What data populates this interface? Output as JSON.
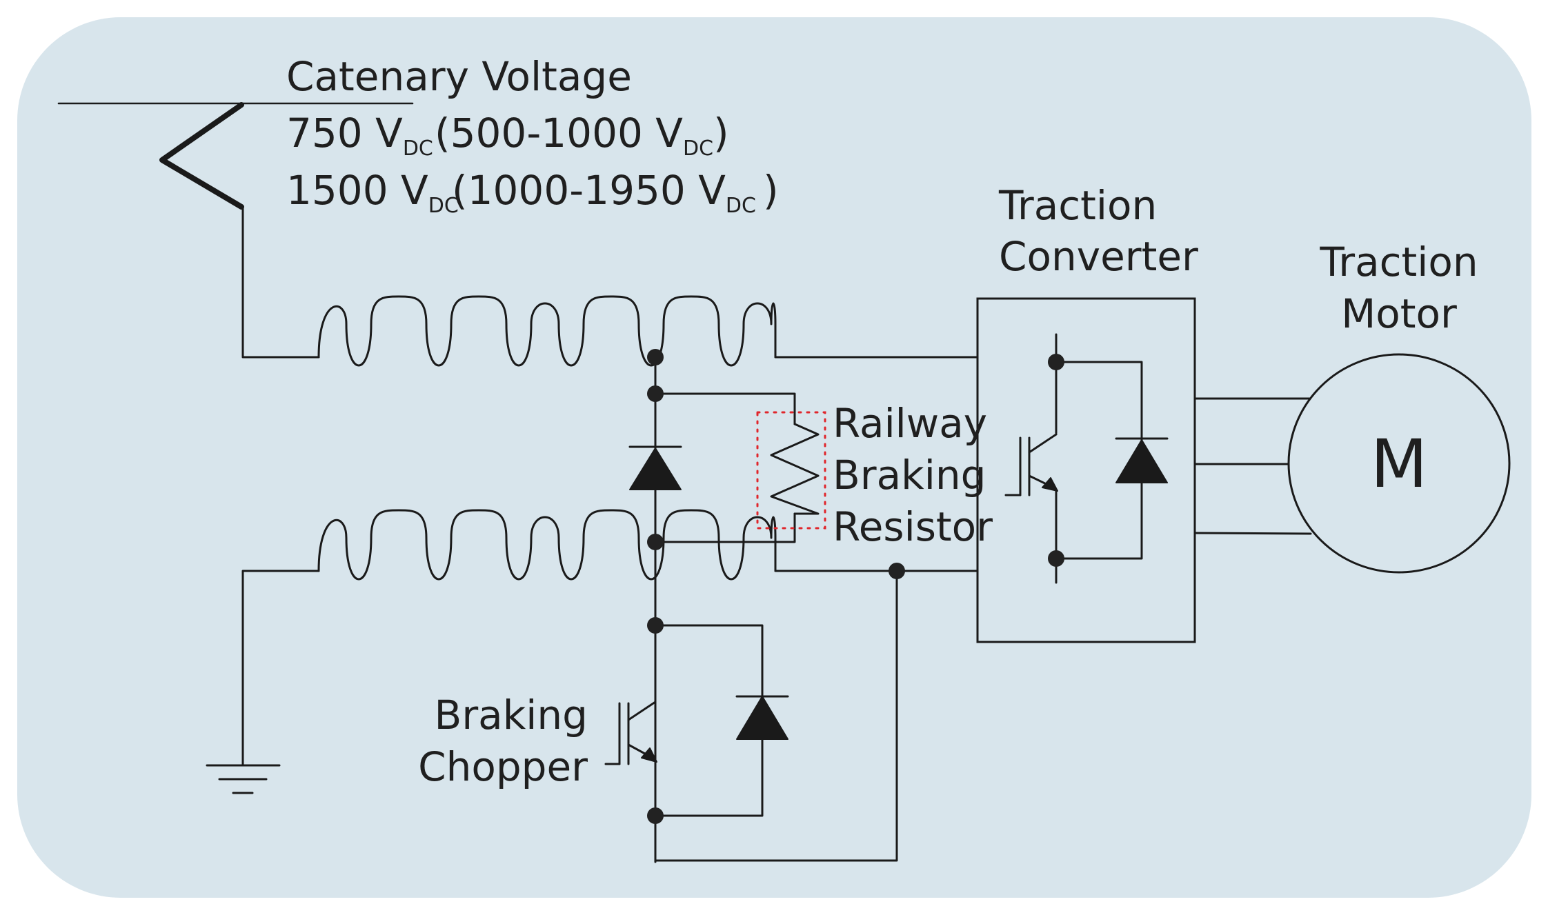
{
  "labels": {
    "catenary_title": "Catenary Voltage",
    "v750": "750 V",
    "v750_sub": "DC",
    "v750_range_open": "(500-1000 V",
    "v750_range_sub": "DC",
    "v750_range_close": ")",
    "v1500": "1500 V",
    "v1500_sub": "DC",
    "v1500_range_open": "(1000-1950 V",
    "v1500_range_sub": "DC",
    "v1500_range_close": ")",
    "traction_converter_1": "Traction",
    "traction_converter_2": "Converter",
    "traction_motor_1": "Traction",
    "traction_motor_2": "Motor",
    "resistor_1": "Railway",
    "resistor_2": "Braking",
    "resistor_3": "Resistor",
    "chopper_1": "Braking",
    "chopper_2": "Chopper",
    "motor_symbol": "M"
  },
  "colors": {
    "panel_background": "#d8e5ec",
    "line": "#1a1a1a",
    "resistor_highlight": "#e0262b"
  }
}
